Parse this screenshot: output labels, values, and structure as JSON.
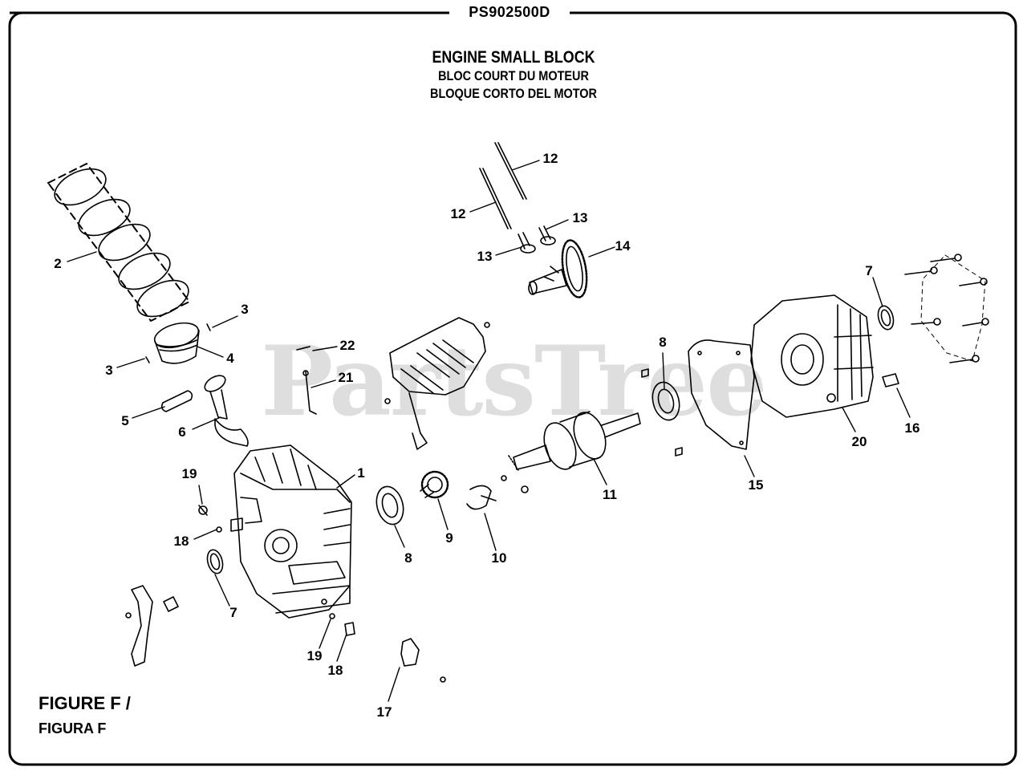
{
  "header": {
    "model": "PS902500D"
  },
  "title": {
    "en": "ENGINE SMALL BLOCK",
    "fr": "BLOC COURT DU MOTEUR",
    "es": "BLOQUE CORTO DEL MOTOR"
  },
  "figure": {
    "line1": "FIGURE F /",
    "line2": "FIGURA F"
  },
  "watermark": "PartsTree",
  "callouts": {
    "c1": "1",
    "c2": "2",
    "c3a": "3",
    "c3b": "3",
    "c4": "4",
    "c5": "5",
    "c6": "6",
    "c7a": "7",
    "c7b": "7",
    "c8a": "8",
    "c8b": "8",
    "c9": "9",
    "c10": "10",
    "c11": "11",
    "c12a": "12",
    "c12b": "12",
    "c13a": "13",
    "c13b": "13",
    "c14": "14",
    "c15": "15",
    "c16": "16",
    "c17": "17",
    "c18a": "18",
    "c18b": "18",
    "c19a": "19",
    "c19b": "19",
    "c20": "20",
    "c21": "21",
    "c22": "22"
  }
}
